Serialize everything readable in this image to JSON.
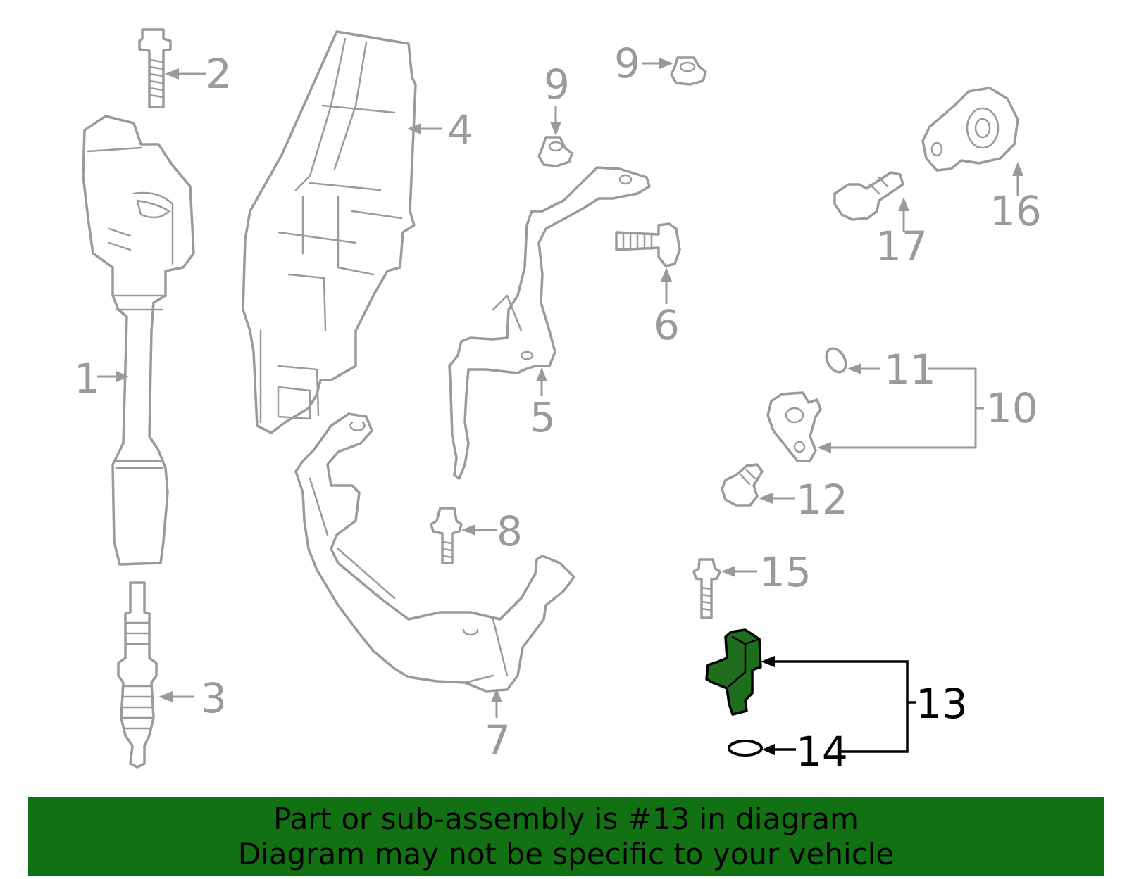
{
  "callouts": {
    "c1": "1",
    "c2": "2",
    "c3": "3",
    "c4": "4",
    "c5": "5",
    "c6": "6",
    "c7": "7",
    "c8": "8",
    "c9a": "9",
    "c9b": "9",
    "c10": "10",
    "c11": "11",
    "c12": "12",
    "c13": "13",
    "c14": "14",
    "c15": "15",
    "c16": "16",
    "c17": "17"
  },
  "highlighted_part": "13",
  "banner": {
    "line1": "Part or sub-assembly is #13 in diagram",
    "line2": "Diagram may not be specific to your vehicle"
  },
  "colors": {
    "outline": "#9a9a9a",
    "highlight_fill": "#1e6e1e",
    "banner_bg": "#127112",
    "text_dark": "#000000"
  }
}
